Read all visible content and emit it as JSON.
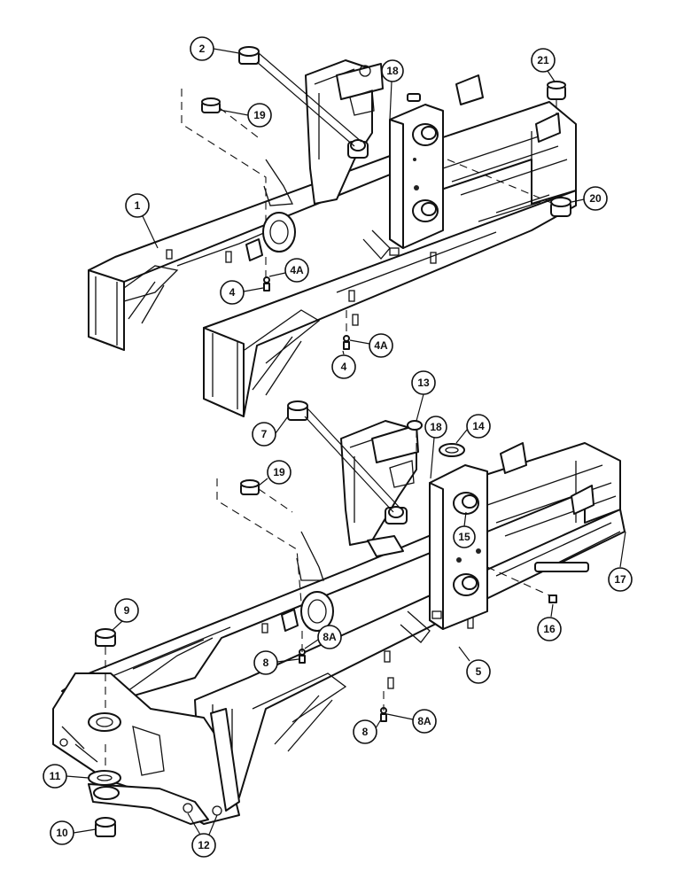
{
  "diagram": {
    "callouts": [
      {
        "id": "c2",
        "label": "2"
      },
      {
        "id": "c19a",
        "label": "19"
      },
      {
        "id": "c18a",
        "label": "18"
      },
      {
        "id": "c21",
        "label": "21"
      },
      {
        "id": "c20",
        "label": "20"
      },
      {
        "id": "c1",
        "label": "1"
      },
      {
        "id": "c4Aa",
        "label": "4A"
      },
      {
        "id": "c4a",
        "label": "4"
      },
      {
        "id": "c4Ab",
        "label": "4A"
      },
      {
        "id": "c4b",
        "label": "4"
      },
      {
        "id": "c13",
        "label": "13"
      },
      {
        "id": "c18b",
        "label": "18"
      },
      {
        "id": "c14",
        "label": "14"
      },
      {
        "id": "c7",
        "label": "7"
      },
      {
        "id": "c19b",
        "label": "19"
      },
      {
        "id": "c15",
        "label": "15"
      },
      {
        "id": "c17",
        "label": "17"
      },
      {
        "id": "c16",
        "label": "16"
      },
      {
        "id": "c9",
        "label": "9"
      },
      {
        "id": "c8Aa",
        "label": "8A"
      },
      {
        "id": "c8a",
        "label": "8"
      },
      {
        "id": "c5",
        "label": "5"
      },
      {
        "id": "c8b",
        "label": "8"
      },
      {
        "id": "c8Ab",
        "label": "8A"
      },
      {
        "id": "c11",
        "label": "11"
      },
      {
        "id": "c10",
        "label": "10"
      },
      {
        "id": "c12",
        "label": "12"
      }
    ]
  }
}
